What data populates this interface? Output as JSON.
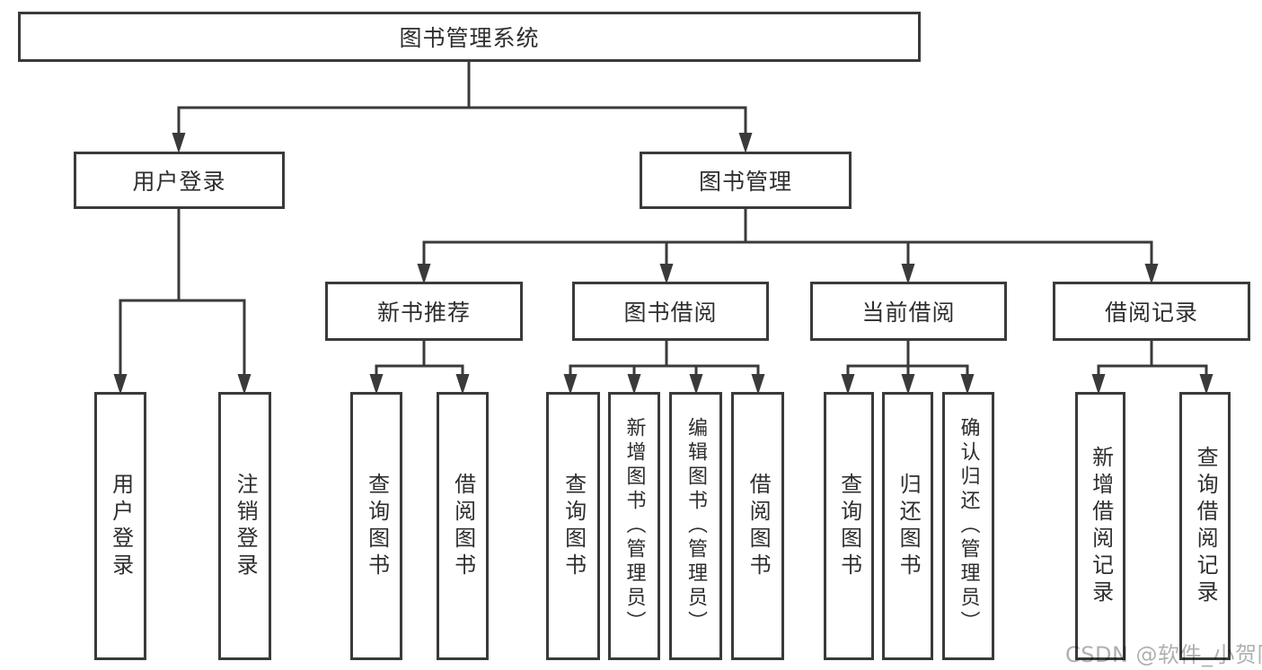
{
  "diagram": {
    "root": {
      "label": "图书管理系统"
    },
    "branches": [
      {
        "label": "用户登录",
        "children": [
          {
            "label": "用户登录"
          },
          {
            "label": "注销登录"
          }
        ]
      },
      {
        "label": "图书管理",
        "children": [
          {
            "label": "新书推荐",
            "children": [
              {
                "label": "查询图书"
              },
              {
                "label": "借阅图书"
              }
            ]
          },
          {
            "label": "图书借阅",
            "children": [
              {
                "label": "查询图书"
              },
              {
                "label": "新增图书（管理员）"
              },
              {
                "label": "编辑图书（管理员）"
              },
              {
                "label": "借阅图书"
              }
            ]
          },
          {
            "label": "当前借阅",
            "children": [
              {
                "label": "查询图书"
              },
              {
                "label": "归还图书"
              },
              {
                "label": "确认归还（管理员）"
              }
            ]
          },
          {
            "label": "借阅记录",
            "children": [
              {
                "label": "新增借阅记录"
              },
              {
                "label": "查询借阅记录"
              }
            ]
          }
        ]
      }
    ]
  },
  "watermark": {
    "text": "CSDN @软件_小贺同学"
  },
  "colors": {
    "line": "#3a3a3a",
    "text": "#2e2e2e",
    "watermark": "#b0b0b0",
    "background": "#ffffff"
  }
}
